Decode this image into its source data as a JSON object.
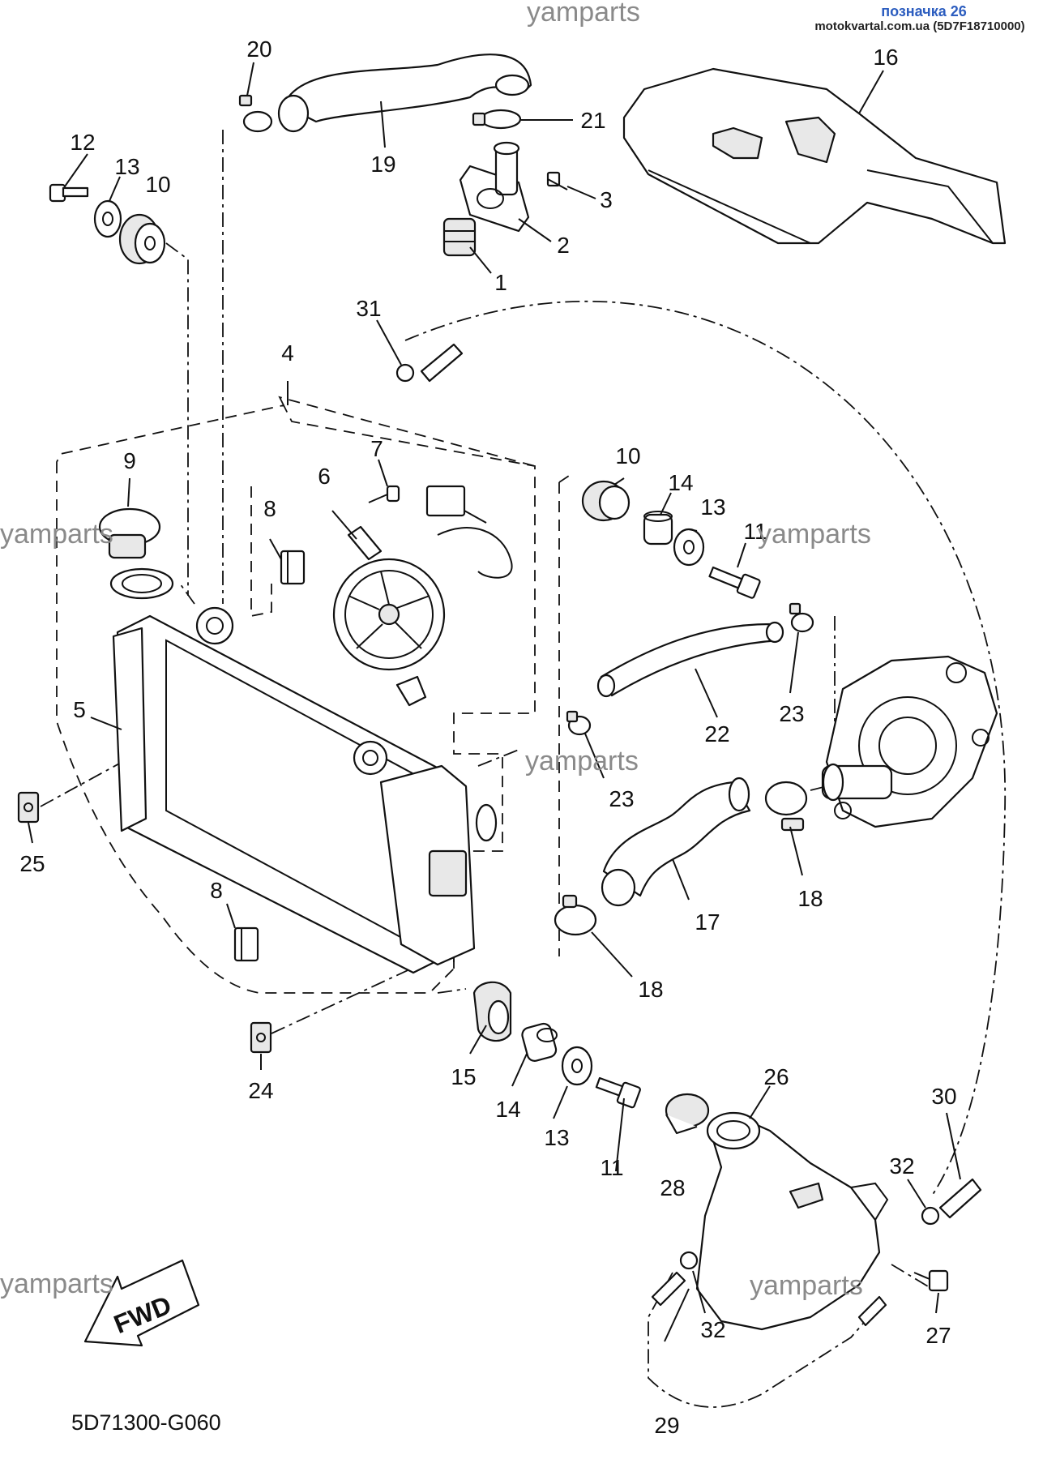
{
  "header": {
    "title": "позначка 26",
    "source": "motokvartal.com.ua (5D7F18710000)"
  },
  "watermark": "yamparts",
  "diagram_code": "5D71300-G060",
  "fwd_label": "FWD",
  "callouts": [
    "1",
    "2",
    "3",
    "4",
    "5",
    "6",
    "7",
    "8",
    "8",
    "9",
    "10",
    "10",
    "11",
    "11",
    "12",
    "13",
    "13",
    "13",
    "14",
    "14",
    "15",
    "16",
    "17",
    "18",
    "18",
    "19",
    "20",
    "21",
    "22",
    "23",
    "23",
    "24",
    "25",
    "26",
    "27",
    "28",
    "29",
    "30",
    "31",
    "32",
    "32"
  ]
}
